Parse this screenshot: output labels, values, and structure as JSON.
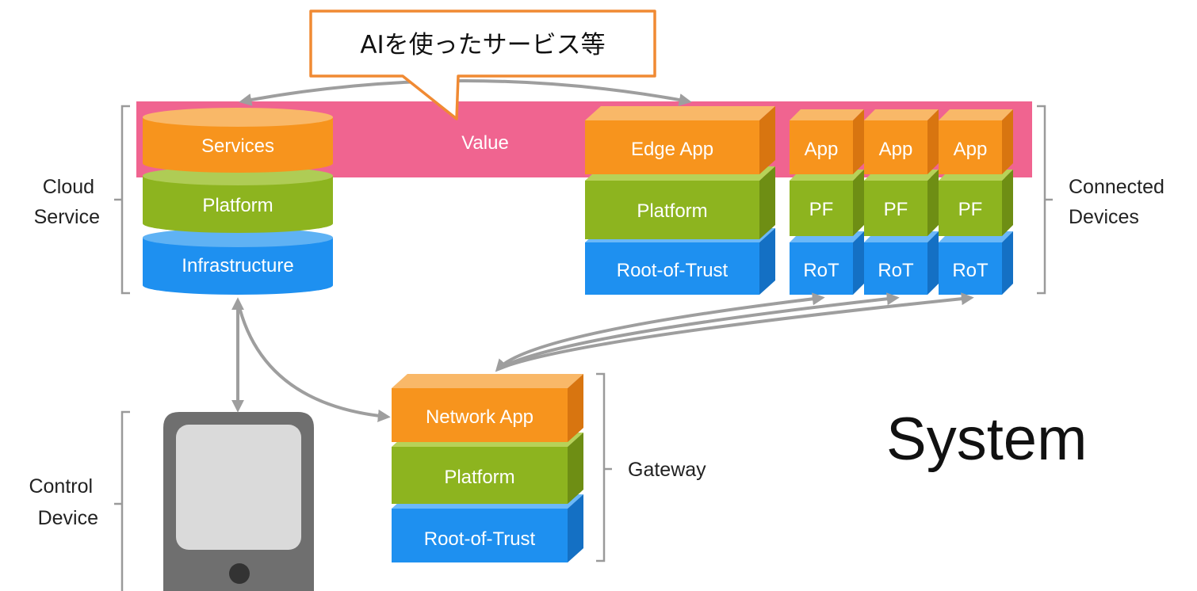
{
  "callout": {
    "text": "AIを使ったサービス等"
  },
  "value_band": {
    "label": "Value"
  },
  "cloud": {
    "layers": [
      "Services",
      "Platform",
      "Infrastructure"
    ],
    "label_lines": [
      "Cloud",
      "Service"
    ]
  },
  "edge_device": {
    "layers": [
      "Edge App",
      "Platform",
      "Root-of-Trust"
    ]
  },
  "small_devices": {
    "layers": [
      "App",
      "PF",
      "RoT"
    ]
  },
  "connected_label_lines": [
    "Connected",
    "Devices"
  ],
  "gateway": {
    "layers": [
      "Network App",
      "Platform",
      "Root-of-Trust"
    ],
    "label": "Gateway"
  },
  "control_device": {
    "label_lines": [
      "Control",
      "Device"
    ]
  },
  "system_title": "System",
  "colors": {
    "orange": "#F7941D",
    "green": "#8DB41F",
    "blue": "#1E90F0",
    "pink": "#F06490",
    "callout_border": "#F08A33",
    "arrow": "#9E9E9E"
  }
}
